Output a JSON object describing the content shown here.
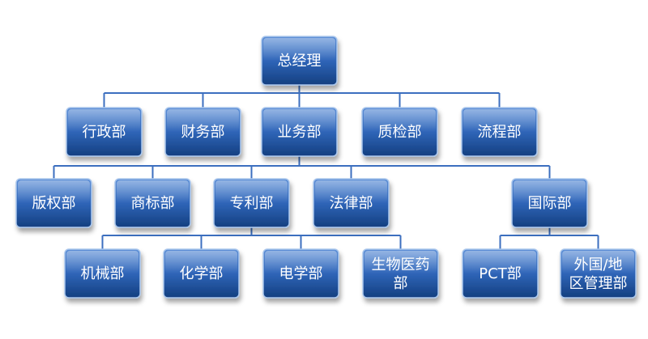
{
  "colors": {
    "box_top": "#5d8fd6",
    "box_mid": "#2f65b8",
    "box_bottom": "#143f80",
    "border": "#a9c6ec",
    "connector": "#3c6fbf",
    "text": "#ffffff"
  },
  "nodes": {
    "gm": "总经理",
    "admin": "行政部",
    "finance": "财务部",
    "business": "业务部",
    "qc": "质检部",
    "process": "流程部",
    "copyright": "版权部",
    "trademark": "商标部",
    "patent": "专利部",
    "legal": "法律部",
    "intl": "国际部",
    "mech": "机械部",
    "chem": "化学部",
    "elec": "电学部",
    "biomed": "生物医药部",
    "pct": "PCT部",
    "foreign": "外国/地区管理部"
  }
}
